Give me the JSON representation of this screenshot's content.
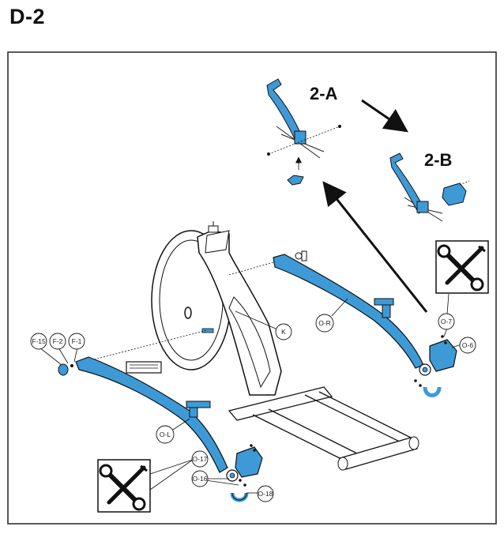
{
  "page": {
    "step_title": "D-2"
  },
  "insets": {
    "a_label": "2-A",
    "b_label": "2-B"
  },
  "callouts": {
    "f15": "F-15",
    "f2": "F-2",
    "f1": "F-1",
    "k": "K",
    "ol": "O-L",
    "or": "O-R",
    "o7": "O-7",
    "o6": "O-6",
    "o17": "O-17",
    "o16": "O-16",
    "o18": "O-18"
  },
  "icons": [
    "wrench-screwdriver-icon",
    "wrench-screwdriver-icon"
  ],
  "colors": {
    "part_blue": "#3d9ad6",
    "line": "#111111"
  }
}
